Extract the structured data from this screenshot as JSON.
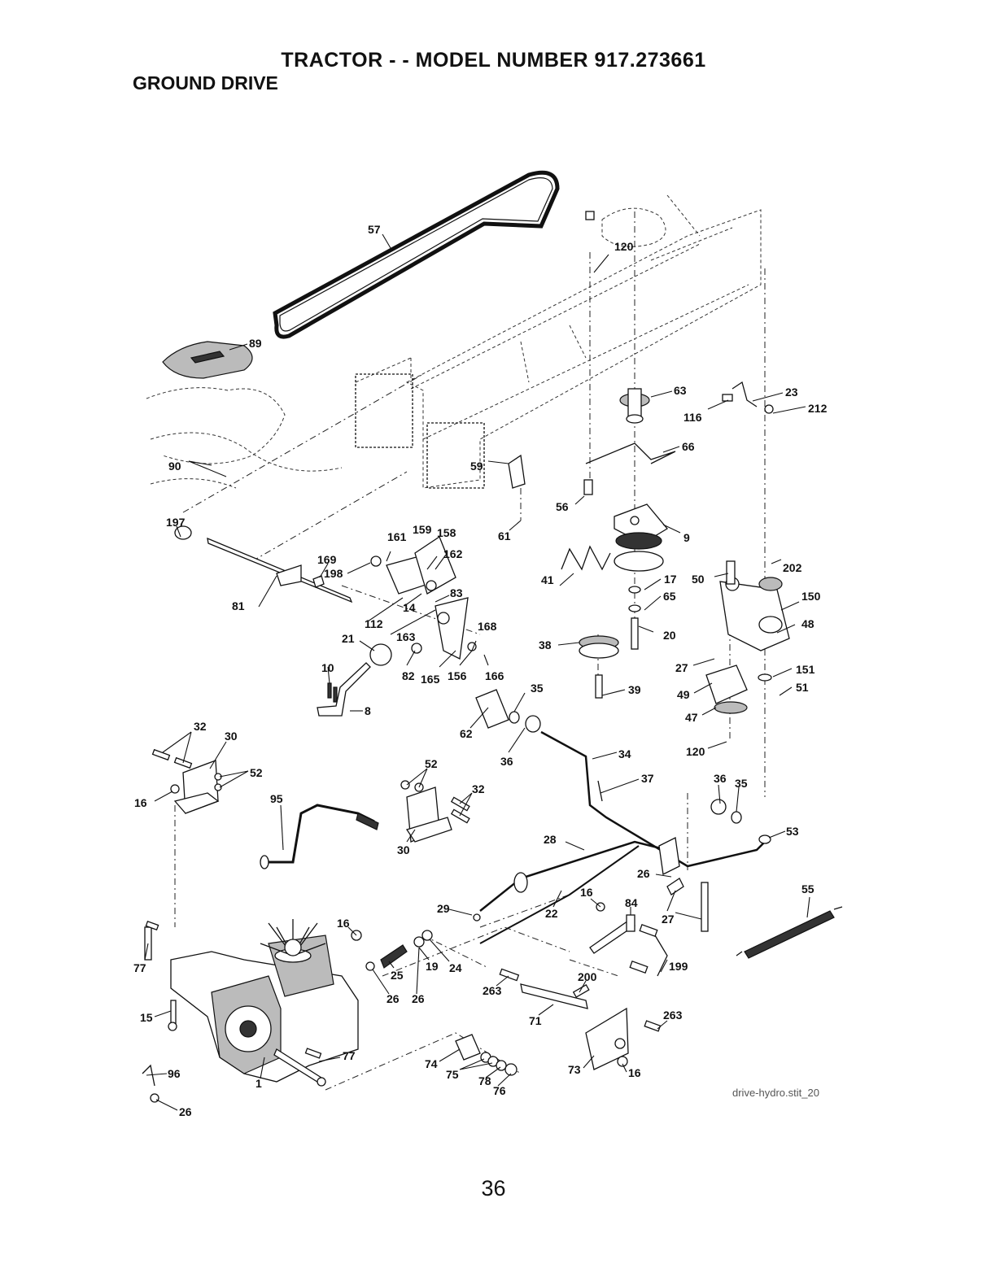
{
  "header": {
    "title": "TRACTOR - - MODEL NUMBER 917.273661",
    "section": "GROUND DRIVE"
  },
  "drawing_id": "drive-hydro.stit_20",
  "page_number": "36",
  "callouts": [
    {
      "id": "57",
      "text": "57"
    },
    {
      "id": "120a",
      "text": "120"
    },
    {
      "id": "89",
      "text": "89"
    },
    {
      "id": "63",
      "text": "63"
    },
    {
      "id": "23",
      "text": "23"
    },
    {
      "id": "116",
      "text": "116"
    },
    {
      "id": "212",
      "text": "212"
    },
    {
      "id": "66",
      "text": "66"
    },
    {
      "id": "90",
      "text": "90"
    },
    {
      "id": "59",
      "text": "59"
    },
    {
      "id": "56",
      "text": "56"
    },
    {
      "id": "197",
      "text": "197"
    },
    {
      "id": "61",
      "text": "61"
    },
    {
      "id": "9",
      "text": "9"
    },
    {
      "id": "161",
      "text": "161"
    },
    {
      "id": "159",
      "text": "159"
    },
    {
      "id": "158",
      "text": "158"
    },
    {
      "id": "162",
      "text": "162"
    },
    {
      "id": "169",
      "text": "169"
    },
    {
      "id": "198",
      "text": "198"
    },
    {
      "id": "41",
      "text": "41"
    },
    {
      "id": "17",
      "text": "17"
    },
    {
      "id": "50",
      "text": "50"
    },
    {
      "id": "202",
      "text": "202"
    },
    {
      "id": "65",
      "text": "65"
    },
    {
      "id": "150",
      "text": "150"
    },
    {
      "id": "81",
      "text": "81"
    },
    {
      "id": "14",
      "text": "14"
    },
    {
      "id": "83",
      "text": "83"
    },
    {
      "id": "112",
      "text": "112"
    },
    {
      "id": "48",
      "text": "48"
    },
    {
      "id": "163",
      "text": "163"
    },
    {
      "id": "168",
      "text": "168"
    },
    {
      "id": "20",
      "text": "20"
    },
    {
      "id": "21",
      "text": "21"
    },
    {
      "id": "38",
      "text": "38"
    },
    {
      "id": "27a",
      "text": "27"
    },
    {
      "id": "151",
      "text": "151"
    },
    {
      "id": "10",
      "text": "10"
    },
    {
      "id": "82",
      "text": "82"
    },
    {
      "id": "165",
      "text": "165"
    },
    {
      "id": "156",
      "text": "156"
    },
    {
      "id": "166",
      "text": "166"
    },
    {
      "id": "35a",
      "text": "35"
    },
    {
      "id": "39",
      "text": "39"
    },
    {
      "id": "49",
      "text": "49"
    },
    {
      "id": "51",
      "text": "51"
    },
    {
      "id": "8",
      "text": "8"
    },
    {
      "id": "47",
      "text": "47"
    },
    {
      "id": "62",
      "text": "62"
    },
    {
      "id": "32a",
      "text": "32"
    },
    {
      "id": "30a",
      "text": "30"
    },
    {
      "id": "120b",
      "text": "120"
    },
    {
      "id": "34",
      "text": "34"
    },
    {
      "id": "36a",
      "text": "36"
    },
    {
      "id": "52a",
      "text": "52"
    },
    {
      "id": "52b",
      "text": "52"
    },
    {
      "id": "37",
      "text": "37"
    },
    {
      "id": "36b",
      "text": "36"
    },
    {
      "id": "35b",
      "text": "35"
    },
    {
      "id": "16a",
      "text": "16"
    },
    {
      "id": "32b",
      "text": "32"
    },
    {
      "id": "95",
      "text": "95"
    },
    {
      "id": "53",
      "text": "53"
    },
    {
      "id": "30b",
      "text": "30"
    },
    {
      "id": "28",
      "text": "28"
    },
    {
      "id": "26a",
      "text": "26"
    },
    {
      "id": "55",
      "text": "55"
    },
    {
      "id": "16b",
      "text": "16"
    },
    {
      "id": "84",
      "text": "84"
    },
    {
      "id": "29",
      "text": "29"
    },
    {
      "id": "22",
      "text": "22"
    },
    {
      "id": "27b",
      "text": "27"
    },
    {
      "id": "16c",
      "text": "16"
    },
    {
      "id": "77a",
      "text": "77"
    },
    {
      "id": "25",
      "text": "25"
    },
    {
      "id": "19",
      "text": "19"
    },
    {
      "id": "24",
      "text": "24"
    },
    {
      "id": "199",
      "text": "199"
    },
    {
      "id": "200",
      "text": "200"
    },
    {
      "id": "263a",
      "text": "263"
    },
    {
      "id": "26b",
      "text": "26"
    },
    {
      "id": "26c",
      "text": "26"
    },
    {
      "id": "15",
      "text": "15"
    },
    {
      "id": "71",
      "text": "71"
    },
    {
      "id": "263b",
      "text": "263"
    },
    {
      "id": "77b",
      "text": "77"
    },
    {
      "id": "74",
      "text": "74"
    },
    {
      "id": "75",
      "text": "75"
    },
    {
      "id": "78",
      "text": "78"
    },
    {
      "id": "73",
      "text": "73"
    },
    {
      "id": "16d",
      "text": "16"
    },
    {
      "id": "96",
      "text": "96"
    },
    {
      "id": "1",
      "text": "1"
    },
    {
      "id": "76",
      "text": "76"
    },
    {
      "id": "26d",
      "text": "26"
    }
  ]
}
